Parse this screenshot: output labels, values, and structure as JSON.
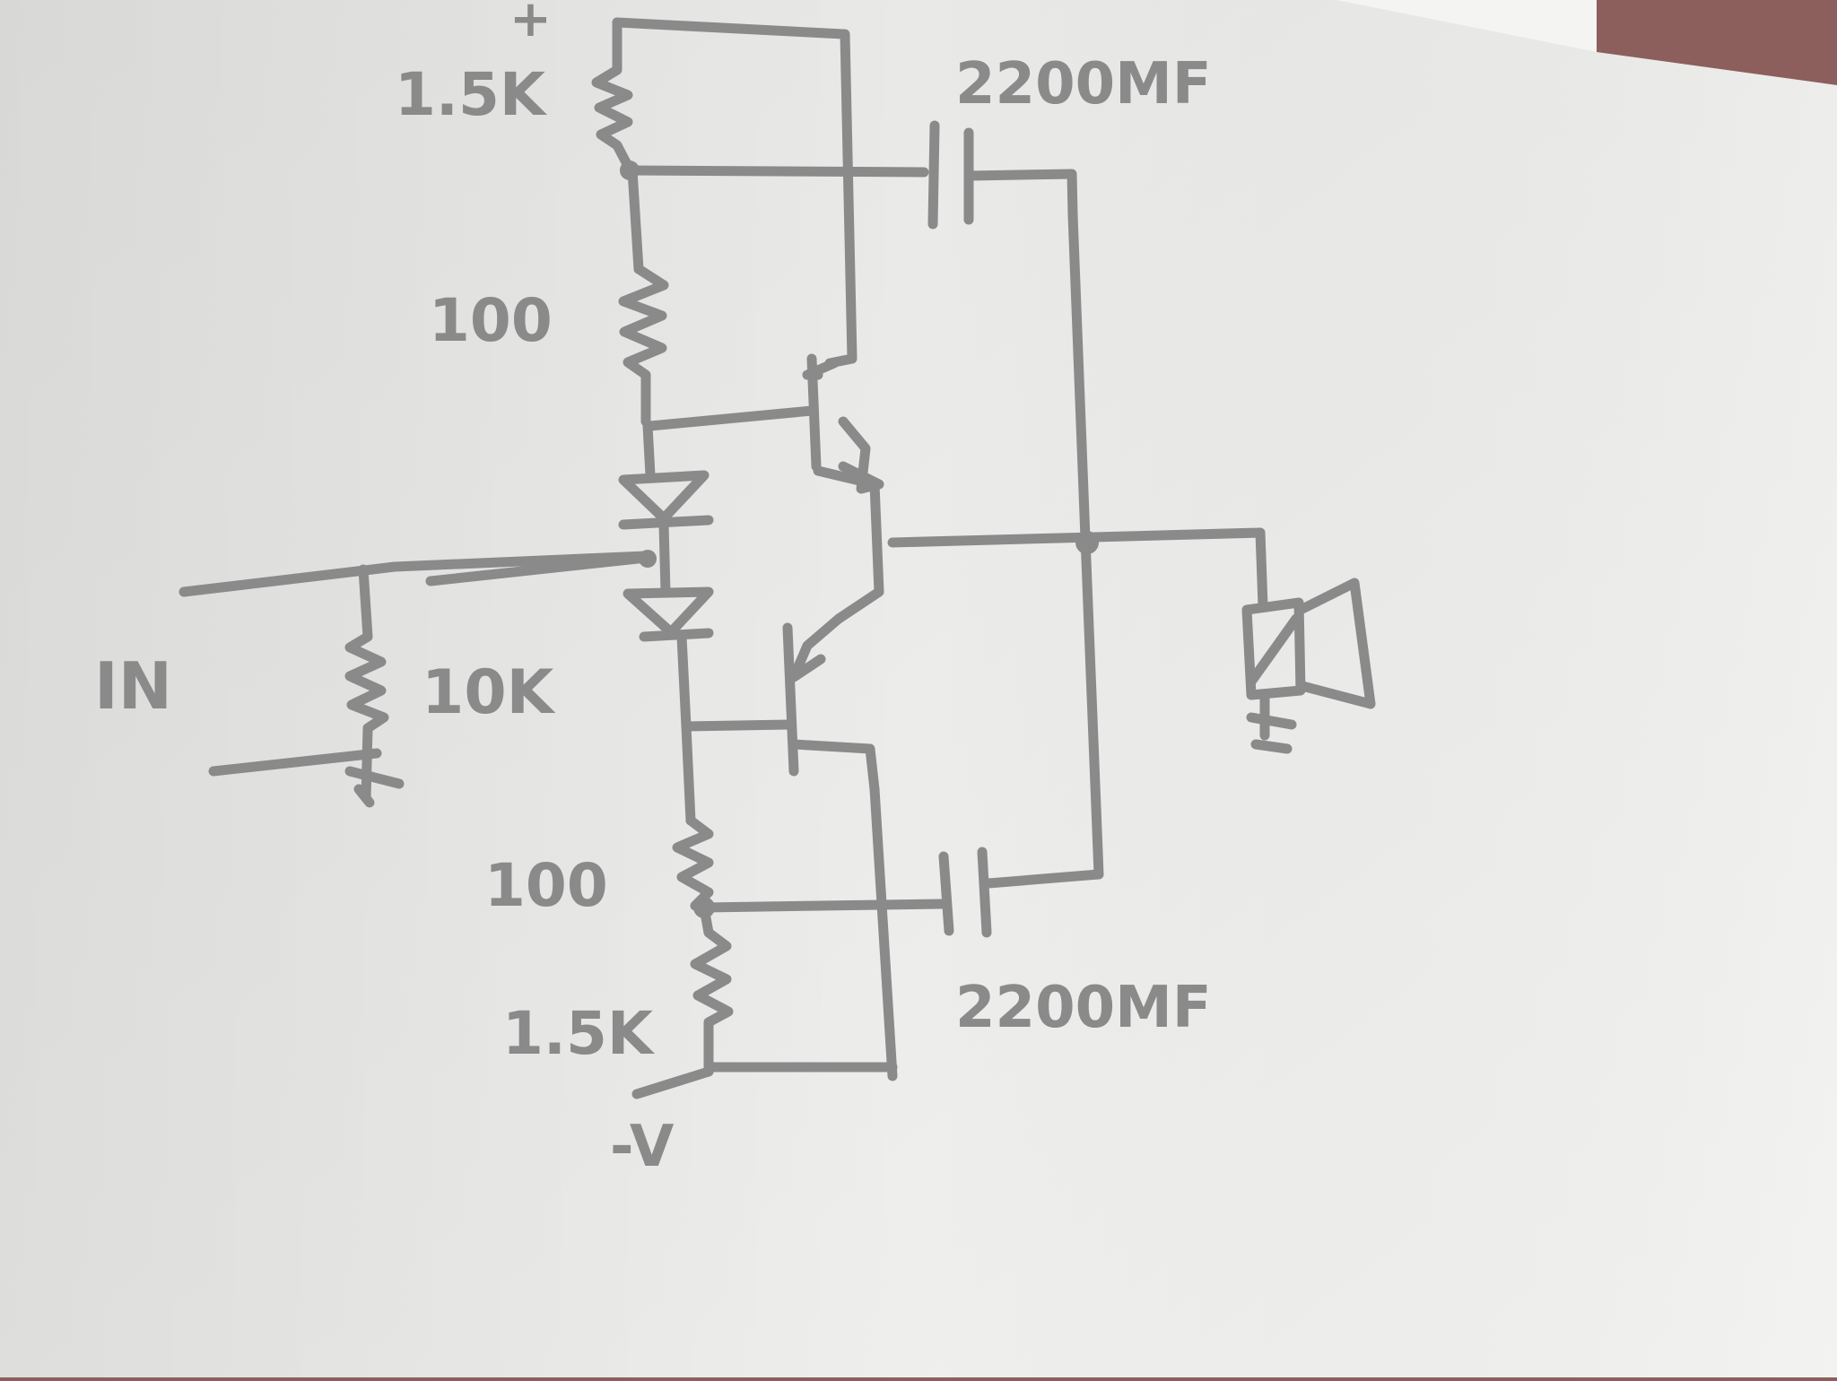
{
  "labels": {
    "vplus": "+",
    "r_top_outer": "1.5K",
    "r_top_inner": "100",
    "c_top": "2200MF",
    "input": "IN",
    "r_input": "10K",
    "r_bottom_inner": "100",
    "r_bottom_outer": "1.5K",
    "c_bottom": "2200MF",
    "vminus": "-V"
  },
  "colors": {
    "paper": "#e9e9e7",
    "pencil": "#8a8a8a",
    "fabric": "#8c5f5c"
  }
}
